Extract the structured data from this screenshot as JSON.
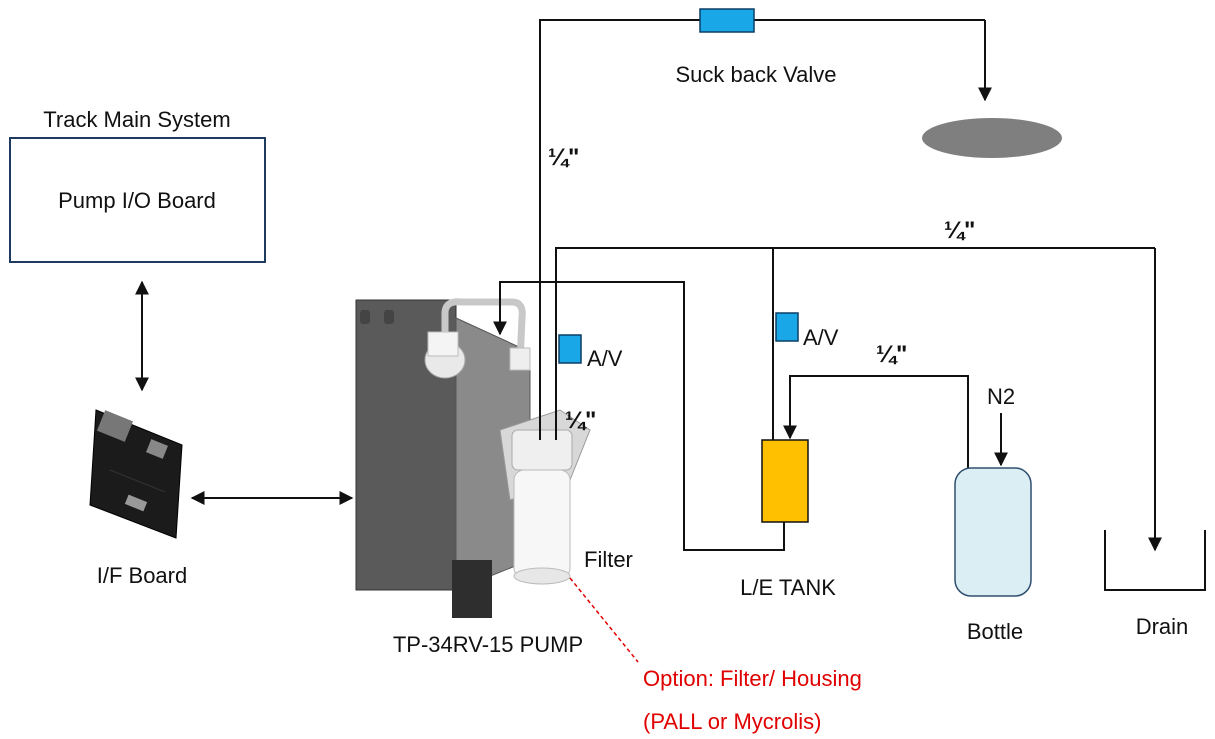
{
  "labels": {
    "track_main_system": "Track Main System",
    "pump_io_board": "Pump I/O Board",
    "if_board": "I/F Board",
    "pump": "TP-34RV-15 PUMP",
    "filter": "Filter",
    "option_line1": "Option: Filter/ Housing",
    "option_line2": "(PALL or Mycrolis)",
    "suck_back_valve": "Suck back Valve",
    "av_left": "A/V",
    "av_right": "A/V",
    "le_tank": "L/E TANK",
    "n2": "N2",
    "bottle": "Bottle",
    "drain": "Drain"
  },
  "pipe_sizes": {
    "supply_line": "¼\"",
    "drain_line": "¼\"",
    "pump_line": "¼\"",
    "n2_line": "¼\""
  },
  "colors": {
    "valve": "#1aa7e8",
    "tank": "#ffc000",
    "bottle_fill": "#dbeef4",
    "nozzle": "#7f7f7f",
    "option_text": "#e00000"
  }
}
